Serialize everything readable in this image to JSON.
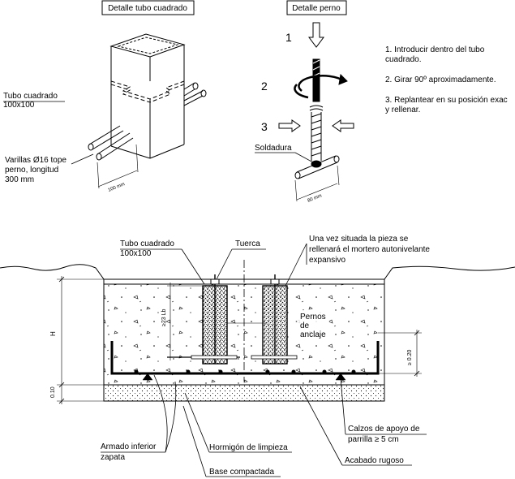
{
  "top": {
    "tube_detail_title": "Detalle tubo cuadrado",
    "bolt_detail_title": "Detalle perno",
    "tube_label_1": "Tubo cuadrado",
    "tube_label_2": "100x100",
    "rods_label_1": "Varillas Ø16 tope",
    "rods_label_2": "perno, longitud",
    "rods_label_3": "300 mm",
    "dim_tube": "100 mm",
    "dim_bolt": "80 mm",
    "step_1": "1",
    "step_2": "2",
    "step_3": "3",
    "weld_label": "Soldadura",
    "instr_1a": "1. Introducir dentro del tubo",
    "instr_1b": "cuadrado.",
    "instr_2": "2. Girar 90º aproximadamente.",
    "instr_3a": "3. Replantear en su posición exac",
    "instr_3b": "y rellenar."
  },
  "section": {
    "tube_label_1": "Tubo cuadrado",
    "tube_label_2": "100x100",
    "nut_label": "Tuerca",
    "fill_note_1": "Una vez situada la pieza se",
    "fill_note_2": "rellenará el mortero autonivelante",
    "fill_note_3": "expansivo",
    "bolts_label_1": "Pernos",
    "bolts_label_2": "de",
    "bolts_label_3": "anclaje",
    "dim_h": "H",
    "dim_lb": "≥23 Lb",
    "dim_020": "≥ 0.20",
    "dim_010": "0.10",
    "rebar_label_1": "Armado inferior",
    "rebar_label_2": "zapata",
    "lean_concrete_label": "Hormigón de limpieza",
    "compacted_base_label": "Base compactada",
    "chairs_label_1": "Calzos de apoyo de",
    "chairs_label_2": "parrilla  ≥  5 cm",
    "rough_finish_label": "Acabado rugoso"
  }
}
